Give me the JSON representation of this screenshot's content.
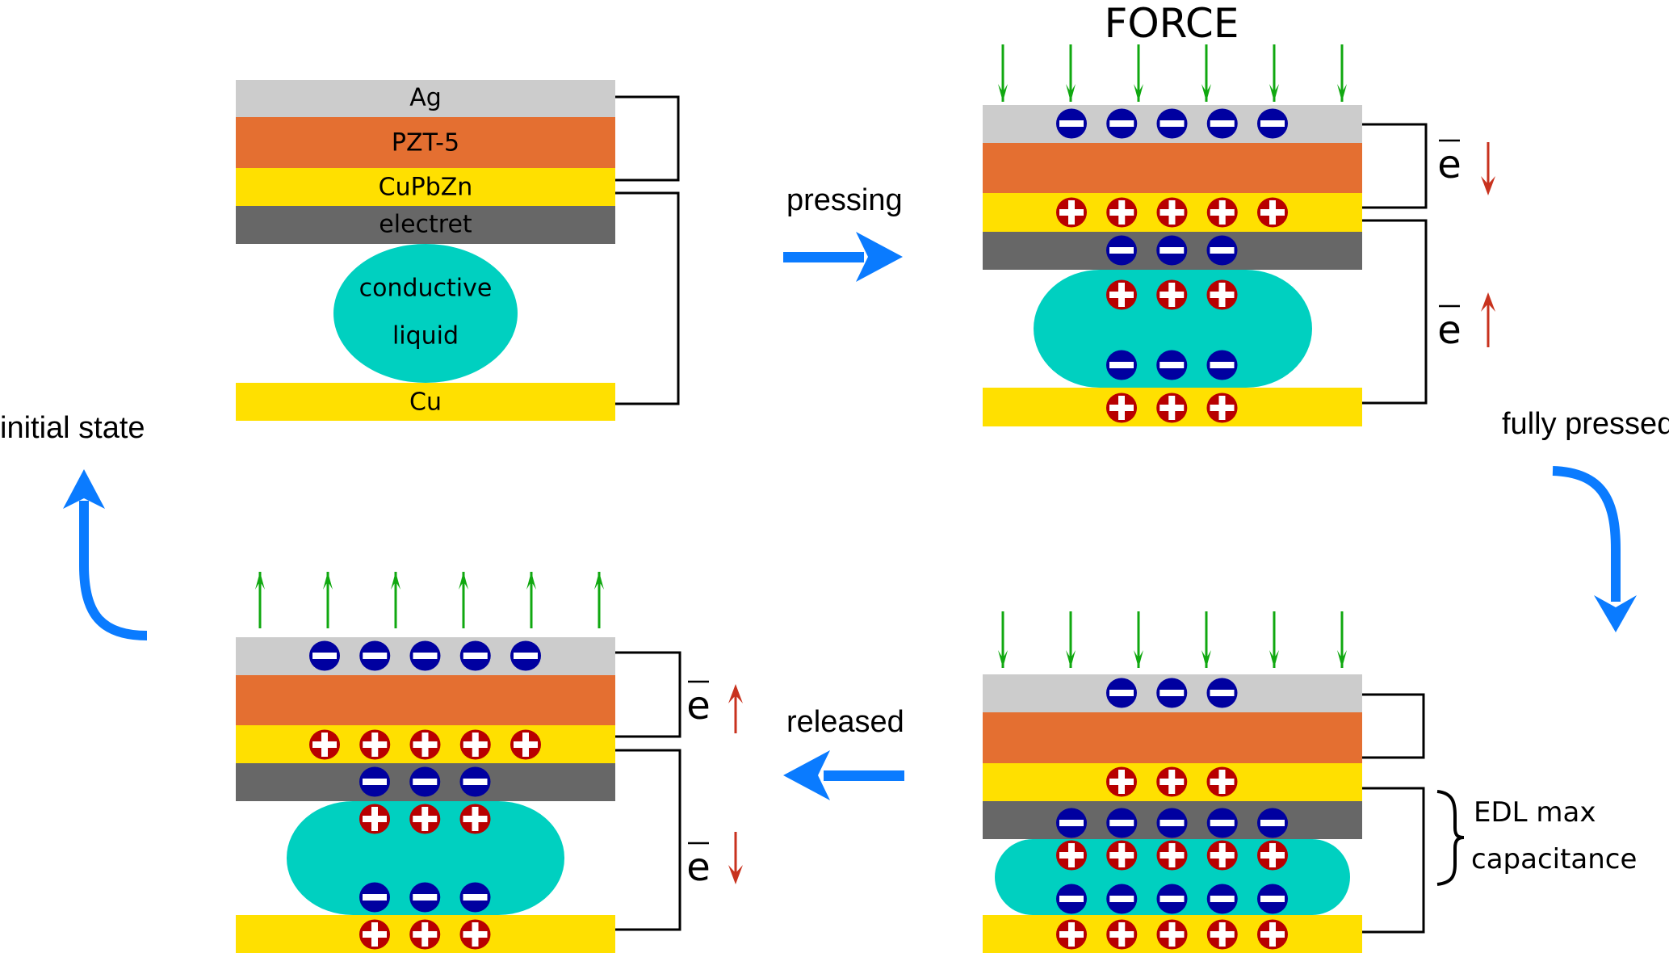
{
  "colors": {
    "ag": "#CCCCCC",
    "pzt": "#E46F31",
    "yellow": "#FFE000",
    "electret": "#676767",
    "liquid": "#00D0C0",
    "negative_charge": "#0000A0",
    "positive_charge": "#B80000",
    "force_arrow": "#10A810",
    "electron_arrow": "#C8321E",
    "cycle_arrow": "#0A7BFF",
    "wire": "#000000"
  },
  "labels": {
    "force": "FORCE",
    "pressing": "pressing",
    "fully_pressed": "fully pressed",
    "released": "released",
    "initial_state": "initial state",
    "edl_line1": "EDL max",
    "edl_line2": "capacitance",
    "electron_symbol": "e"
  },
  "panels": {
    "initial": {
      "state": "initial state",
      "layers": [
        {
          "name": "Ag",
          "label": "Ag"
        },
        {
          "name": "PZT-5",
          "label": "PZT-5"
        },
        {
          "name": "CuPbZn",
          "label": "CuPbZn"
        },
        {
          "name": "electret",
          "label": "electret"
        }
      ],
      "liquid_label_line1": "conductive",
      "liquid_label_line2": "liquid",
      "bottom_electrode": "Cu"
    },
    "pressing": {
      "state": "pressing",
      "force_direction": "down",
      "charges": {
        "ag": {
          "sign": "-",
          "count": 5
        },
        "cupbzn": {
          "sign": "+",
          "count": 5
        },
        "electret": {
          "sign": "-",
          "count": 3
        },
        "liquid_top": {
          "sign": "+",
          "count": 3
        },
        "liquid_bottom": {
          "sign": "-",
          "count": 3
        },
        "cu": {
          "sign": "+",
          "count": 3
        }
      },
      "electron_flow": {
        "upper_circuit": "down",
        "lower_circuit": "up"
      }
    },
    "fully_pressed": {
      "state": "fully pressed",
      "force_direction": "down",
      "charges": {
        "ag": {
          "sign": "-",
          "count": 3
        },
        "cupbzn": {
          "sign": "+",
          "count": 3
        },
        "electret": {
          "sign": "-",
          "count": 5
        },
        "liquid_top": {
          "sign": "+",
          "count": 5
        },
        "liquid_bottom": {
          "sign": "-",
          "count": 5
        },
        "cu": {
          "sign": "+",
          "count": 5
        }
      },
      "annotation": "EDL max capacitance"
    },
    "released": {
      "state": "released",
      "force_direction": "up",
      "charges": {
        "ag": {
          "sign": "-",
          "count": 5
        },
        "cupbzn": {
          "sign": "+",
          "count": 5
        },
        "electret": {
          "sign": "-",
          "count": 3
        },
        "liquid_top": {
          "sign": "+",
          "count": 3
        },
        "liquid_bottom": {
          "sign": "-",
          "count": 3
        },
        "cu": {
          "sign": "+",
          "count": 3
        }
      },
      "electron_flow": {
        "upper_circuit": "up",
        "lower_circuit": "down"
      }
    }
  },
  "cycle_order": [
    "initial state",
    "pressing",
    "fully pressed",
    "released"
  ]
}
